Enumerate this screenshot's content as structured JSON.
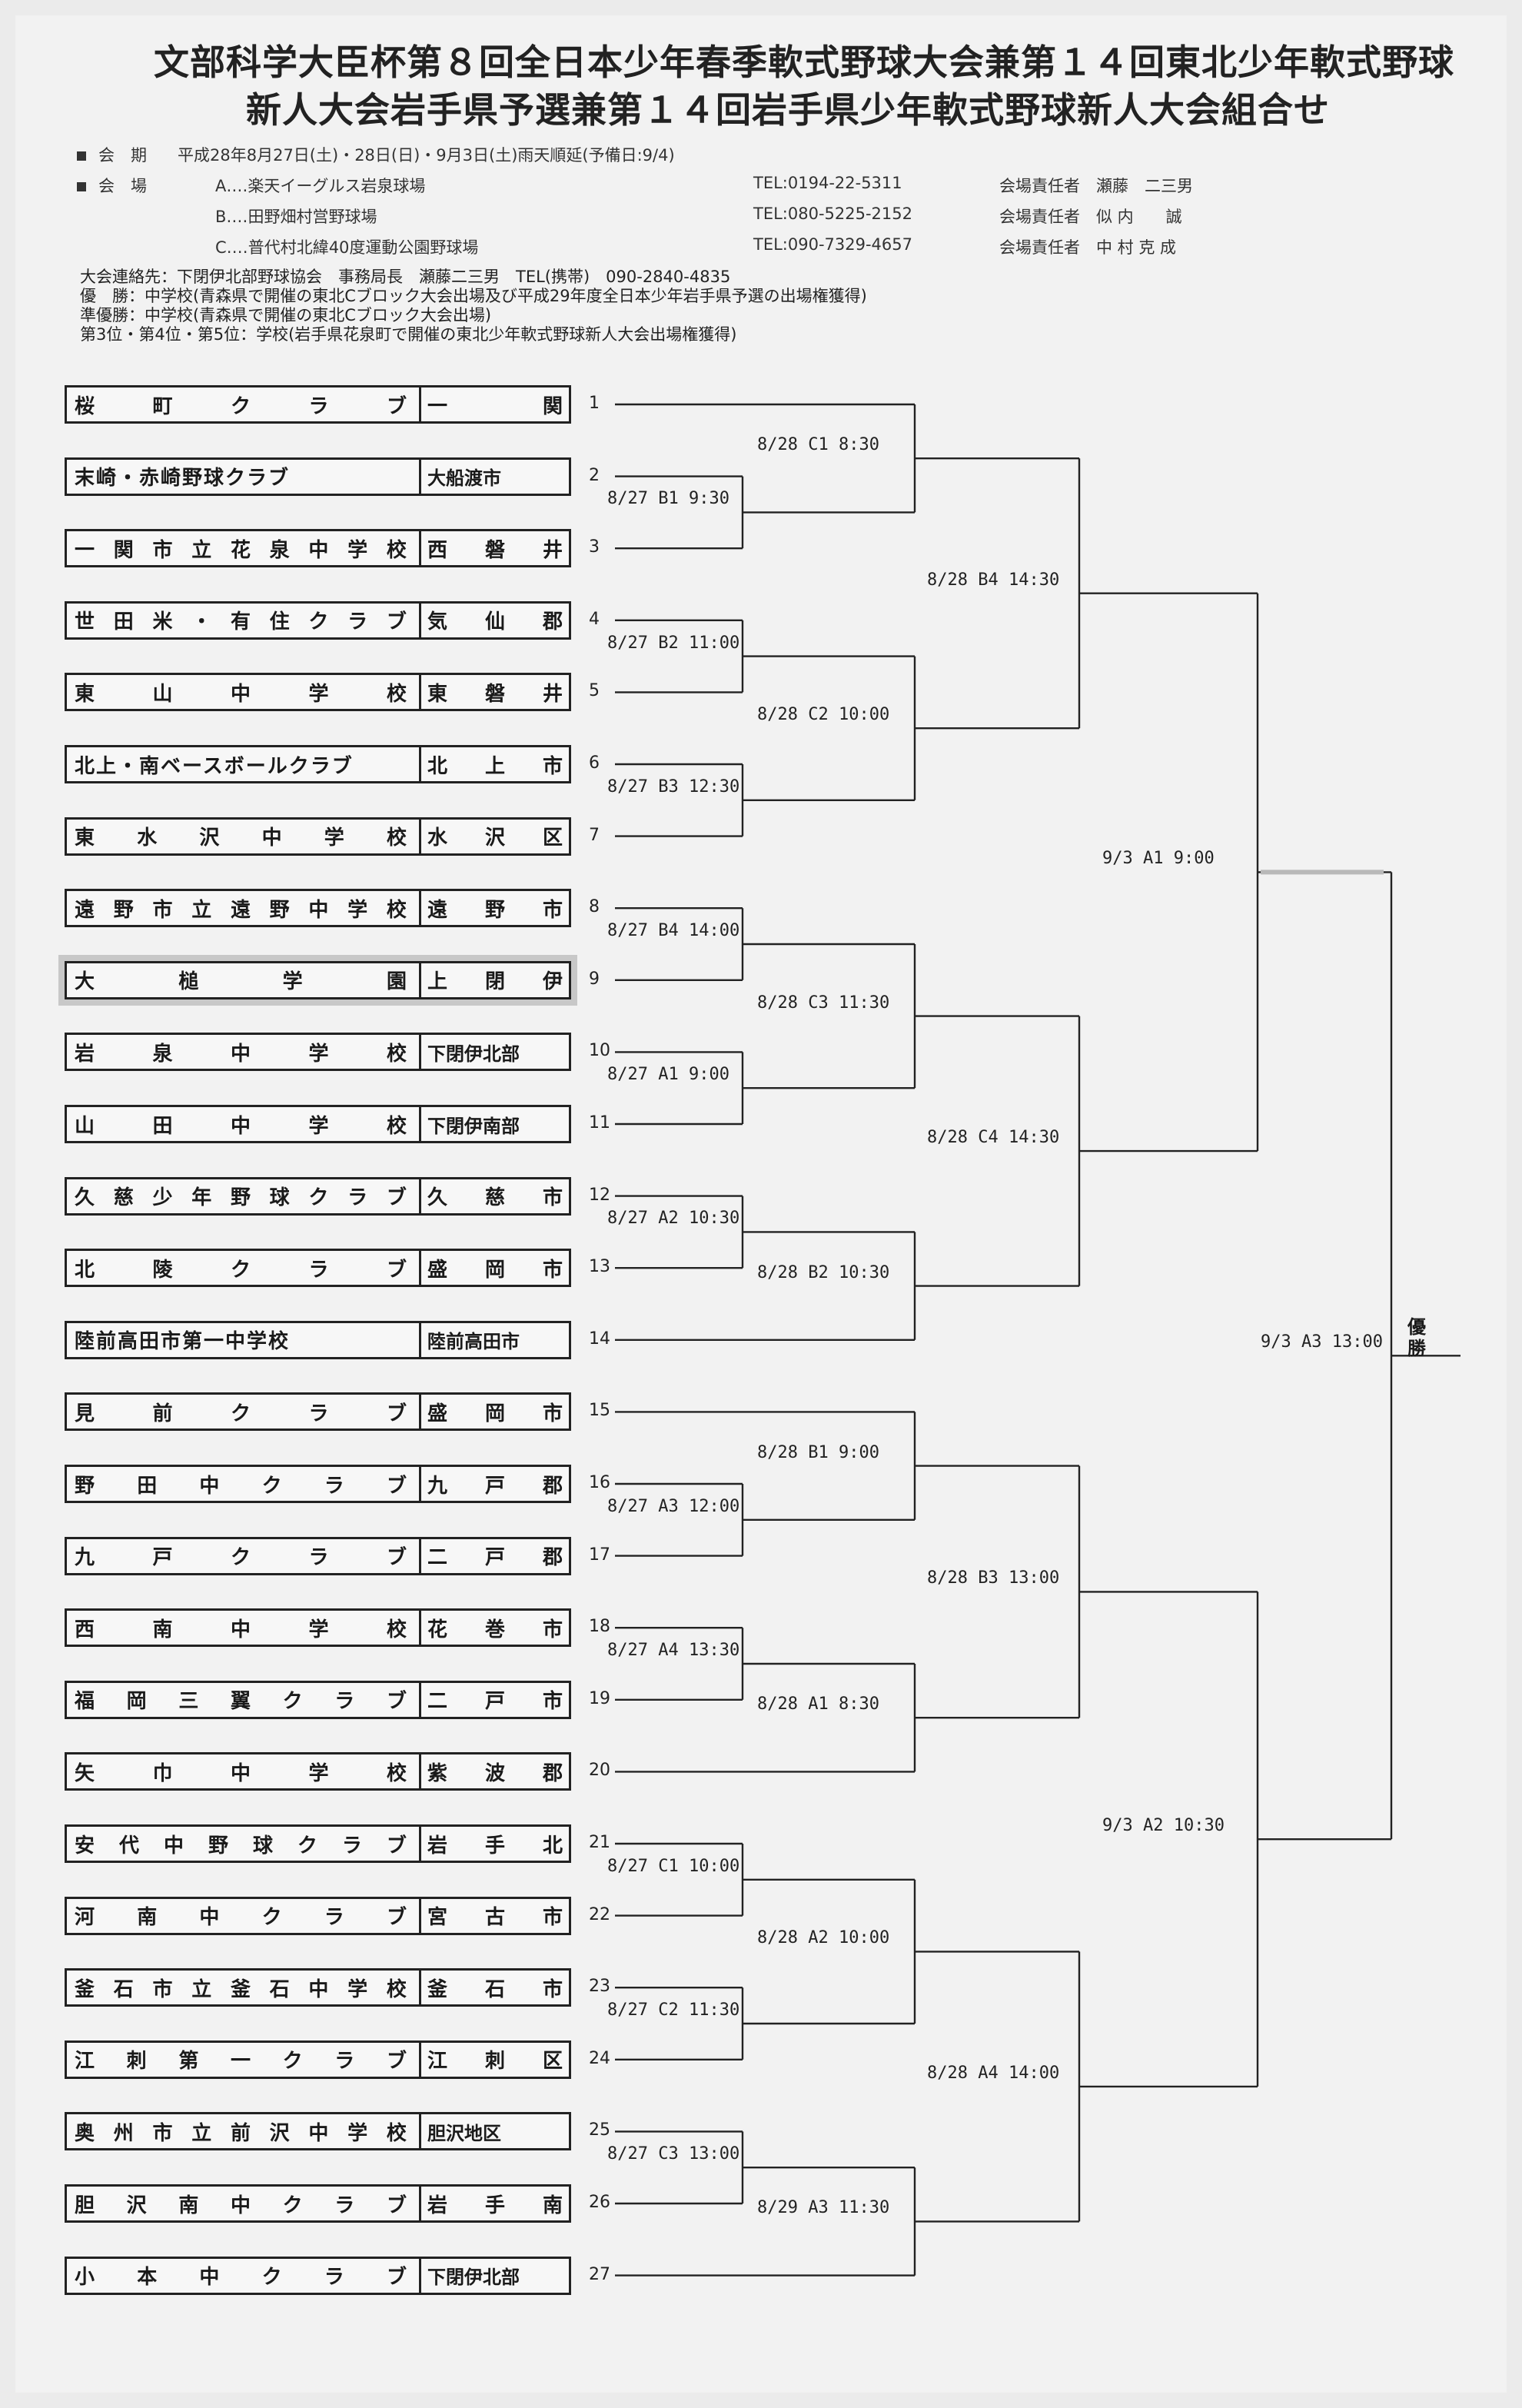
{
  "title": {
    "line1": "文部科学大臣杯第８回全日本少年春季軟式野球大会兼第１４回東北少年軟式野球",
    "line2": "新人大会岩手県予選兼第１４回岩手県少年軟式野球新人大会組合せ"
  },
  "info": {
    "period_label": "会　期",
    "period_value": "平成28年8月27日(土)・28日(日)・9月3日(土)雨天順延(予備日:9/4)",
    "venue_label": "会　場",
    "venues": [
      {
        "name": "A‥‥楽天イーグルス岩泉球場",
        "tel": "TEL:0194-22-5311",
        "manager": "会場責任者　瀬藤　二三男"
      },
      {
        "name": "B‥‥田野畑村営野球場",
        "tel": "TEL:080-5225-2152",
        "manager": "会場責任者　似 内　　誠"
      },
      {
        "name": "C‥‥普代村北緯40度運動公園野球場",
        "tel": "TEL:090-7329-4657",
        "manager": "会場責任者　中 村 克 成"
      }
    ],
    "contact": "大会連絡先：下閉伊北部野球協会　事務局長　瀬藤二三男　TEL(携帯)　090-2840-4835",
    "winner": "優　勝：中学校(青森県で開催の東北Cブロック大会出場及び平成29年度全日本少年岩手県予選の出場権獲得)",
    "runnerup": "準優勝：中学校(青森県で開催の東北Cブロック大会出場)",
    "third": "第3位・第4位・第5位：学校(岩手県花泉町で開催の東北少年軟式野球新人大会出場権獲得)"
  },
  "teams": [
    {
      "seed": "1",
      "name": "桜町クラブ",
      "area": "一関"
    },
    {
      "seed": "2",
      "name": "末崎・赤崎野球クラブ",
      "area": "大船渡市"
    },
    {
      "seed": "3",
      "name": "一関市立花泉中学校",
      "area": "西磐井"
    },
    {
      "seed": "4",
      "name": "世田米・有住クラブ",
      "area": "気仙郡"
    },
    {
      "seed": "5",
      "name": "東山中学校",
      "area": "東磐井"
    },
    {
      "seed": "6",
      "name": "北上・南ベースボールクラブ",
      "area": "北上市"
    },
    {
      "seed": "7",
      "name": "東水沢中学校",
      "area": "水沢区"
    },
    {
      "seed": "8",
      "name": "遠野市立遠野中学校",
      "area": "遠野市"
    },
    {
      "seed": "9",
      "name": "大槌学園",
      "area": "上閉伊"
    },
    {
      "seed": "10",
      "name": "岩泉中学校",
      "area": "下閉伊北部"
    },
    {
      "seed": "11",
      "name": "山田中学校",
      "area": "下閉伊南部"
    },
    {
      "seed": "12",
      "name": "久慈少年野球クラブ",
      "area": "久慈市"
    },
    {
      "seed": "13",
      "name": "北陵クラブ",
      "area": "盛岡市"
    },
    {
      "seed": "14",
      "name": "陸前高田市第一中学校",
      "area": "陸前高田市"
    },
    {
      "seed": "15",
      "name": "見前クラブ",
      "area": "盛岡市"
    },
    {
      "seed": "16",
      "name": "野田中クラブ",
      "area": "九戸郡"
    },
    {
      "seed": "17",
      "name": "九戸クラブ",
      "area": "二戸郡"
    },
    {
      "seed": "18",
      "name": "西南中学校",
      "area": "花巻市"
    },
    {
      "seed": "19",
      "name": "福岡三翼クラブ",
      "area": "二戸市"
    },
    {
      "seed": "20",
      "name": "矢巾中学校",
      "area": "紫波郡"
    },
    {
      "seed": "21",
      "name": "安代中野球クラブ",
      "area": "岩手北"
    },
    {
      "seed": "22",
      "name": "河南中クラブ",
      "area": "宮古市"
    },
    {
      "seed": "23",
      "name": "釜石市立釜石中学校",
      "area": "釜石市"
    },
    {
      "seed": "24",
      "name": "江刺第一クラブ",
      "area": "江刺区"
    },
    {
      "seed": "25",
      "name": "奥州市立前沢中学校",
      "area": "胆沢地区"
    },
    {
      "seed": "26",
      "name": "胆沢南中クラブ",
      "area": "岩手南"
    },
    {
      "seed": "27",
      "name": "小本中クラブ",
      "area": "下閉伊北部"
    }
  ],
  "matches": {
    "r1": [
      "8/27 B1 9:30",
      "8/27 B2 11:00",
      "8/27 B3 12:30",
      "8/27 B4 14:00",
      "8/27 A1 9:00",
      "8/27 A2 10:30",
      "8/27 A3 12:00",
      "8/27 A4 13:30",
      "8/27 C1 10:00",
      "8/27 C2 11:30",
      "8/27 C3 13:00"
    ],
    "r2": [
      "8/28 C1 8:30",
      "8/28 C2 10:00",
      "8/28 C3 11:30",
      "8/28 B2 10:30",
      "8/28 B1 9:00",
      "8/28 A1 8:30",
      "8/28 A2 10:00",
      "8/29 A3 11:30"
    ],
    "r3": [
      "8/28 B4 14:30",
      "8/28 C4 14:30",
      "8/28 B3 13:00",
      "8/28 A4 14:00"
    ],
    "r4": [
      "9/3 A1 9:00",
      "9/3 A2 10:30"
    ],
    "final": "9/3 A3 13:00"
  },
  "champion_label": "優勝"
}
